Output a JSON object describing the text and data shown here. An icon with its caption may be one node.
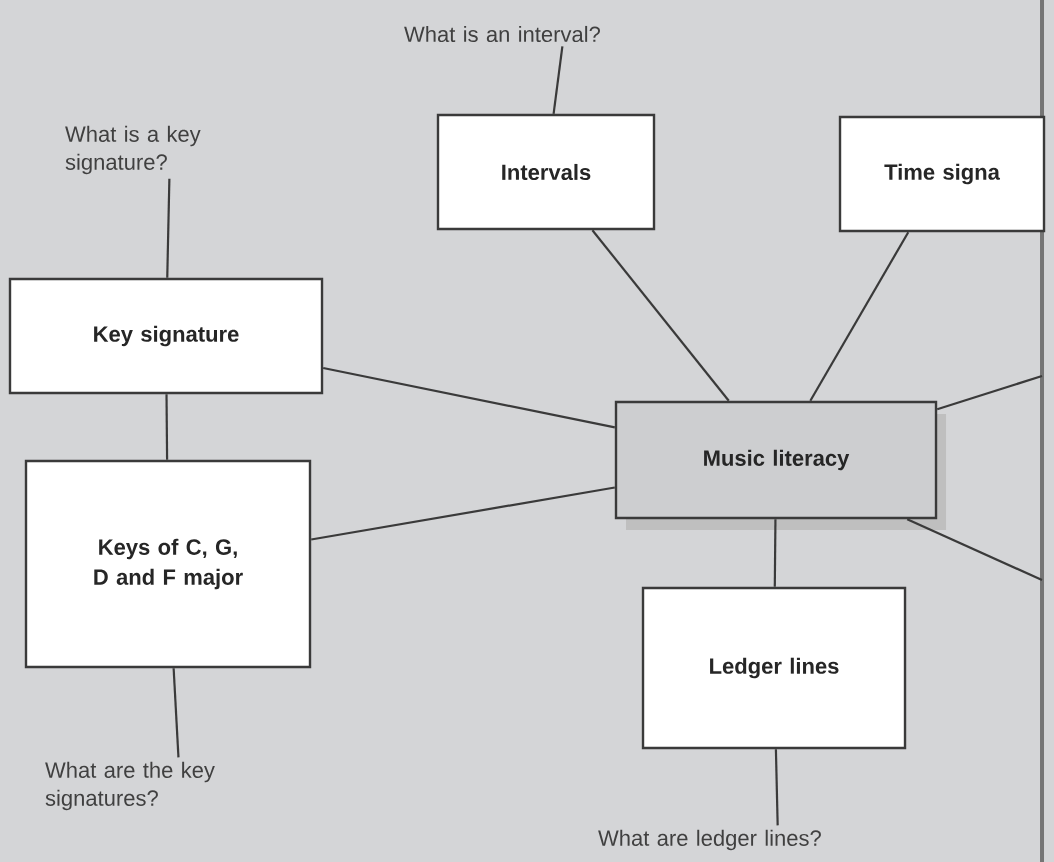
{
  "diagram": {
    "nodes": [
      {
        "text": [
          "Music literacy"
        ]
      },
      {
        "text": [
          "What is an interval?"
        ]
      },
      {
        "text": [
          "Intervals"
        ]
      },
      {
        "text": [
          "Time signa"
        ]
      },
      {
        "text": [
          "What is a key signature?"
        ]
      },
      {
        "text": [
          "Key signature"
        ]
      },
      {
        "text": [
          "Keys of C, G, D and F major"
        ]
      },
      {
        "text": [
          "What are the key signatures?"
        ]
      },
      {
        "text": [
          "Ledger lines"
        ]
      },
      {
        "text": [
          "What are ledger lines?"
        ]
      }
    ],
    "edges": [
      {
        "from": 1,
        "to": 2,
        "arrow": "none"
      },
      {
        "from": 2,
        "to": 0,
        "arrow": "none"
      },
      {
        "from": 3,
        "to": 0,
        "arrow": "none"
      },
      {
        "from": 4,
        "to": 5,
        "arrow": "none"
      },
      {
        "from": 5,
        "to": 6,
        "arrow": "none"
      },
      {
        "from": 5,
        "to": 0,
        "arrow": "none"
      },
      {
        "from": 6,
        "to": 0,
        "arrow": "none"
      },
      {
        "from": 6,
        "to": 7,
        "arrow": "none"
      },
      {
        "from": 0,
        "to": 8,
        "arrow": "none"
      },
      {
        "from": 8,
        "to": 9,
        "arrow": "none"
      },
      {
        "from": 0,
        "to": null,
        "arrow": "none"
      },
      {
        "from": 0,
        "to": null,
        "arrow": "none"
      }
    ]
  }
}
